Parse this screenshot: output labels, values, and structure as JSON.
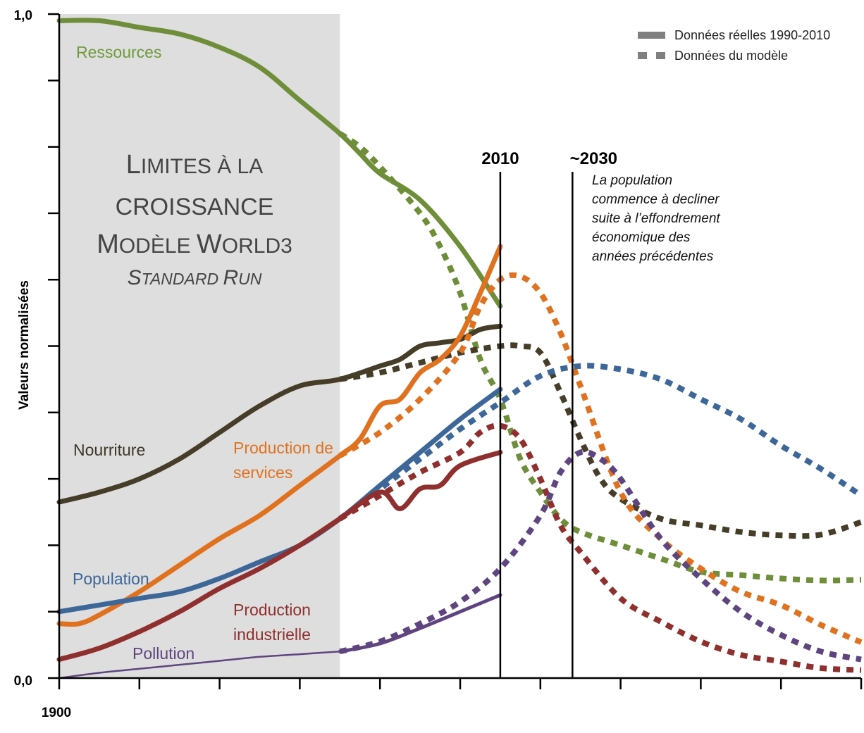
{
  "chart_data": {
    "type": "line",
    "title_lines": [
      {
        "first": "L",
        "rest": "IMITES À LA"
      },
      {
        "first": "",
        "rest": "CROISSANCE"
      },
      {
        "first": "M",
        "rest": "ODÈLE ",
        "first2": "W",
        "rest2": "ORLD3"
      },
      {
        "first": "S",
        "rest": "TANDARD ",
        "first2": "R",
        "rest2": "UN"
      }
    ],
    "ylabel": "Valeurs normalisées",
    "ylim": [
      0,
      1
    ],
    "yticks": [
      0,
      0.1,
      0.2,
      0.3,
      0.4,
      0.5,
      0.6,
      0.7,
      0.8,
      0.9,
      1.0
    ],
    "ytick_labels": {
      "top": "1,0",
      "bottom": "0,0"
    },
    "xlim": [
      1900,
      2100
    ],
    "xticks": [
      1900,
      1920,
      1940,
      1960,
      1980,
      2000,
      2020,
      2040,
      2060,
      2080,
      2100
    ],
    "xtick_label": "1900",
    "shaded_until": 1970,
    "legend": {
      "placement": "top-right",
      "items": [
        {
          "label": "Données réelles 1990-2010",
          "style": "solid"
        },
        {
          "label": "Données du modèle",
          "style": "dashed"
        }
      ]
    },
    "markers": [
      {
        "label": "2010",
        "x": 2010
      },
      {
        "label": "~2030",
        "x": 2028
      }
    ],
    "annotation": [
      "La population",
      "commence à decliner",
      "suite à l’effondrement",
      "économique des",
      "années précédentes"
    ],
    "series": [
      {
        "name": "Ressources",
        "label_lines": [
          "Ressources"
        ],
        "color": "#6f8e3a",
        "label_color": "#6f9a3a",
        "observed": [
          [
            1900,
            0.99
          ],
          [
            1910,
            0.99
          ],
          [
            1920,
            0.98
          ],
          [
            1930,
            0.97
          ],
          [
            1940,
            0.95
          ],
          [
            1950,
            0.92
          ],
          [
            1960,
            0.87
          ],
          [
            1970,
            0.82
          ],
          [
            1975,
            0.79
          ],
          [
            1980,
            0.76
          ],
          [
            1990,
            0.72
          ],
          [
            2000,
            0.65
          ],
          [
            2010,
            0.56
          ]
        ],
        "model": [
          [
            1970,
            0.82
          ],
          [
            1975,
            0.8
          ],
          [
            1980,
            0.77
          ],
          [
            1990,
            0.7
          ],
          [
            1995,
            0.65
          ],
          [
            2000,
            0.58
          ],
          [
            2005,
            0.48
          ],
          [
            2010,
            0.42
          ],
          [
            2015,
            0.33
          ],
          [
            2020,
            0.28
          ],
          [
            2025,
            0.24
          ],
          [
            2030,
            0.22
          ],
          [
            2040,
            0.2
          ],
          [
            2050,
            0.18
          ],
          [
            2060,
            0.16
          ],
          [
            2070,
            0.155
          ],
          [
            2080,
            0.15
          ],
          [
            2090,
            0.147
          ],
          [
            2100,
            0.148
          ]
        ]
      },
      {
        "name": "Nourriture",
        "label_lines": [
          "Nourriture"
        ],
        "color": "#453d28",
        "label_color": "#3d3626",
        "observed": [
          [
            1900,
            0.265
          ],
          [
            1910,
            0.28
          ],
          [
            1920,
            0.3
          ],
          [
            1930,
            0.33
          ],
          [
            1940,
            0.37
          ],
          [
            1950,
            0.41
          ],
          [
            1960,
            0.44
          ],
          [
            1970,
            0.45
          ],
          [
            1980,
            0.47
          ],
          [
            1985,
            0.48
          ],
          [
            1990,
            0.5
          ],
          [
            1995,
            0.505
          ],
          [
            2000,
            0.51
          ],
          [
            2005,
            0.525
          ],
          [
            2010,
            0.53
          ]
        ],
        "model": [
          [
            1970,
            0.45
          ],
          [
            1980,
            0.46
          ],
          [
            1990,
            0.475
          ],
          [
            2000,
            0.49
          ],
          [
            2010,
            0.5
          ],
          [
            2015,
            0.5
          ],
          [
            2020,
            0.49
          ],
          [
            2025,
            0.43
          ],
          [
            2030,
            0.36
          ],
          [
            2035,
            0.3
          ],
          [
            2040,
            0.27
          ],
          [
            2050,
            0.24
          ],
          [
            2060,
            0.23
          ],
          [
            2070,
            0.22
          ],
          [
            2080,
            0.215
          ],
          [
            2090,
            0.216
          ],
          [
            2100,
            0.235
          ]
        ]
      },
      {
        "name": "Production de services",
        "label_lines": [
          "Production de",
          "services"
        ],
        "color": "#e0721f",
        "label_color": "#e0721f",
        "observed": [
          [
            1900,
            0.082
          ],
          [
            1905,
            0.082
          ],
          [
            1910,
            0.095
          ],
          [
            1920,
            0.13
          ],
          [
            1930,
            0.17
          ],
          [
            1940,
            0.21
          ],
          [
            1950,
            0.245
          ],
          [
            1960,
            0.29
          ],
          [
            1970,
            0.335
          ],
          [
            1975,
            0.36
          ],
          [
            1980,
            0.41
          ],
          [
            1985,
            0.42
          ],
          [
            1990,
            0.46
          ],
          [
            1995,
            0.48
          ],
          [
            2000,
            0.515
          ],
          [
            2005,
            0.58
          ],
          [
            2010,
            0.65
          ]
        ],
        "model": [
          [
            1970,
            0.335
          ],
          [
            1980,
            0.37
          ],
          [
            1990,
            0.42
          ],
          [
            2000,
            0.49
          ],
          [
            2005,
            0.56
          ],
          [
            2010,
            0.6
          ],
          [
            2015,
            0.605
          ],
          [
            2020,
            0.58
          ],
          [
            2025,
            0.52
          ],
          [
            2030,
            0.44
          ],
          [
            2040,
            0.28
          ],
          [
            2050,
            0.21
          ],
          [
            2060,
            0.165
          ],
          [
            2070,
            0.13
          ],
          [
            2080,
            0.11
          ],
          [
            2090,
            0.08
          ],
          [
            2100,
            0.054
          ]
        ]
      },
      {
        "name": "Population",
        "label_lines": [
          "Population"
        ],
        "color": "#3d6799",
        "label_color": "#3d6699",
        "observed": [
          [
            1900,
            0.1
          ],
          [
            1910,
            0.11
          ],
          [
            1920,
            0.12
          ],
          [
            1930,
            0.13
          ],
          [
            1940,
            0.15
          ],
          [
            1950,
            0.175
          ],
          [
            1960,
            0.2
          ],
          [
            1970,
            0.24
          ],
          [
            1980,
            0.29
          ],
          [
            1990,
            0.34
          ],
          [
            2000,
            0.39
          ],
          [
            2010,
            0.435
          ]
        ],
        "model": [
          [
            1970,
            0.24
          ],
          [
            1980,
            0.285
          ],
          [
            1990,
            0.33
          ],
          [
            2000,
            0.375
          ],
          [
            2010,
            0.415
          ],
          [
            2020,
            0.455
          ],
          [
            2030,
            0.47
          ],
          [
            2040,
            0.465
          ],
          [
            2050,
            0.45
          ],
          [
            2060,
            0.42
          ],
          [
            2070,
            0.39
          ],
          [
            2080,
            0.35
          ],
          [
            2090,
            0.315
          ],
          [
            2100,
            0.275
          ]
        ]
      },
      {
        "name": "Production industrielle",
        "label_lines": [
          "Production",
          "industrielle"
        ],
        "color": "#8f2f2e",
        "label_color": "#8f2f2e",
        "observed": [
          [
            1900,
            0.028
          ],
          [
            1910,
            0.045
          ],
          [
            1920,
            0.07
          ],
          [
            1930,
            0.1
          ],
          [
            1940,
            0.135
          ],
          [
            1950,
            0.165
          ],
          [
            1960,
            0.2
          ],
          [
            1970,
            0.24
          ],
          [
            1980,
            0.28
          ],
          [
            1985,
            0.255
          ],
          [
            1990,
            0.285
          ],
          [
            1995,
            0.29
          ],
          [
            2000,
            0.32
          ],
          [
            2010,
            0.34
          ]
        ],
        "model": [
          [
            1970,
            0.24
          ],
          [
            1980,
            0.275
          ],
          [
            1990,
            0.31
          ],
          [
            2000,
            0.34
          ],
          [
            2005,
            0.37
          ],
          [
            2010,
            0.38
          ],
          [
            2015,
            0.36
          ],
          [
            2020,
            0.3
          ],
          [
            2025,
            0.23
          ],
          [
            2030,
            0.19
          ],
          [
            2040,
            0.12
          ],
          [
            2050,
            0.085
          ],
          [
            2060,
            0.055
          ],
          [
            2070,
            0.035
          ],
          [
            2080,
            0.025
          ],
          [
            2090,
            0.015
          ],
          [
            2100,
            0.012
          ]
        ]
      },
      {
        "name": "Pollution",
        "label_lines": [
          "Pollution"
        ],
        "color": "#5e4580",
        "label_color": "#5e4580",
        "observed": [
          [
            1900,
            0.0
          ],
          [
            1910,
            0.008
          ],
          [
            1920,
            0.014
          ],
          [
            1930,
            0.02
          ],
          [
            1940,
            0.026
          ],
          [
            1950,
            0.032
          ],
          [
            1960,
            0.036
          ],
          [
            1970,
            0.04
          ]
        ],
        "observed_recent": [
          [
            1970,
            0.04
          ],
          [
            1980,
            0.052
          ],
          [
            1990,
            0.075
          ],
          [
            2000,
            0.1
          ],
          [
            2010,
            0.125
          ]
        ],
        "model": [
          [
            1970,
            0.04
          ],
          [
            1980,
            0.055
          ],
          [
            1990,
            0.082
          ],
          [
            2000,
            0.115
          ],
          [
            2010,
            0.165
          ],
          [
            2020,
            0.245
          ],
          [
            2025,
            0.31
          ],
          [
            2030,
            0.34
          ],
          [
            2035,
            0.33
          ],
          [
            2040,
            0.3
          ],
          [
            2050,
            0.21
          ],
          [
            2060,
            0.15
          ],
          [
            2070,
            0.1
          ],
          [
            2080,
            0.065
          ],
          [
            2090,
            0.04
          ],
          [
            2100,
            0.028
          ]
        ]
      }
    ]
  }
}
